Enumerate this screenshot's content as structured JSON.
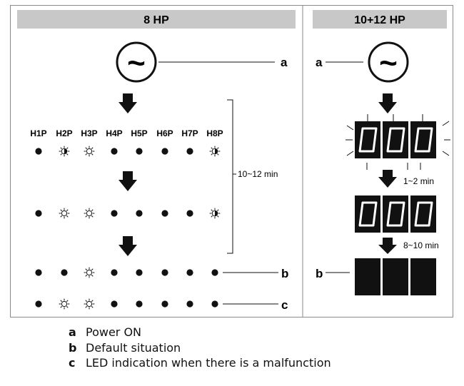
{
  "panels": {
    "left_title": "8 HP",
    "right_title": "10+12 HP"
  },
  "power_symbol": "~",
  "led_labels": [
    "H1P",
    "H2P",
    "H3P",
    "H4P",
    "H5P",
    "H6P",
    "H7P",
    "H8P"
  ],
  "led_rows": [
    [
      "on",
      "blink",
      "off",
      "on",
      "on",
      "on",
      "on",
      "blink"
    ],
    [
      "on",
      "off",
      "off",
      "on",
      "on",
      "on",
      "on",
      "blink"
    ],
    [
      "on",
      "on",
      "off",
      "on",
      "on",
      "on",
      "on",
      "on"
    ],
    [
      "on",
      "off",
      "off",
      "on",
      "on",
      "on",
      "on",
      "on"
    ]
  ],
  "durations": {
    "left_total": "10~12 min",
    "step1": "1~2 min",
    "step2": "8~10 min"
  },
  "callouts": {
    "a": "a",
    "b": "b",
    "c": "c"
  },
  "legend": [
    {
      "key": "a",
      "text": "Power ON"
    },
    {
      "key": "b",
      "text": "Default situation"
    },
    {
      "key": "c",
      "text": "LED indication when there is a malfunction"
    }
  ],
  "colors": {
    "header_fill": "#c8c8c8",
    "ink": "#111111",
    "display_segment": "#ffffff"
  }
}
